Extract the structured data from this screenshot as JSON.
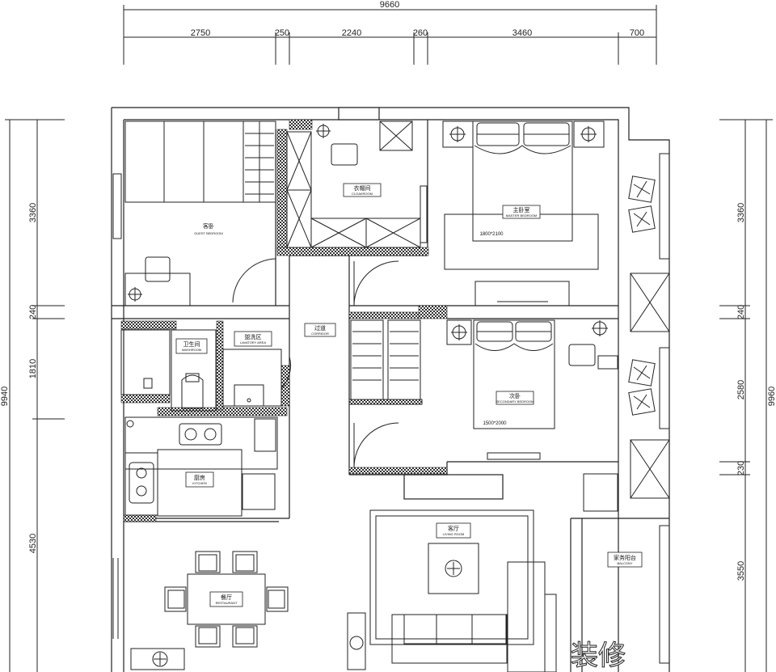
{
  "dimensions": {
    "top_total": "9660",
    "top_segments": [
      "2750",
      "250",
      "2240",
      "260",
      "3460",
      "700"
    ],
    "left_total": "9940",
    "left_segments": [
      "3360",
      "240",
      "1810",
      "4530"
    ],
    "right_total": "9960",
    "right_segments": [
      "3360",
      "240",
      "2580",
      "230",
      "3550"
    ]
  },
  "rooms": {
    "guest_bedroom": {
      "cn": "客卧",
      "en": "GUEST BEDROOM"
    },
    "cloakroom": {
      "cn": "衣帽间",
      "en": "CLOAKROOM"
    },
    "master_bedroom": {
      "cn": "主卧室",
      "en": "MASTER BEDROOM"
    },
    "bathroom": {
      "cn": "卫生间",
      "en": "WASHROOM"
    },
    "lavatory": {
      "cn": "盥洗区",
      "en": "LAVATORY AREA"
    },
    "corridor": {
      "cn": "过道",
      "en": "CORRIDOR"
    },
    "secondary_bedroom": {
      "cn": "次卧",
      "en": "SECONDARY BEDROOM"
    },
    "kitchen": {
      "cn": "厨房",
      "en": "KITCHEN"
    },
    "living_room": {
      "cn": "客厅",
      "en": "LIVING ROOM"
    },
    "laundry_balcony": {
      "cn": "家务阳台",
      "en": "BALCONY"
    },
    "dining_room": {
      "cn": "餐厅",
      "en": "RESTAURANT"
    }
  },
  "bed_sizes": {
    "master": "1800*2100",
    "secondary": "1500*2000"
  },
  "watermark": "装修"
}
